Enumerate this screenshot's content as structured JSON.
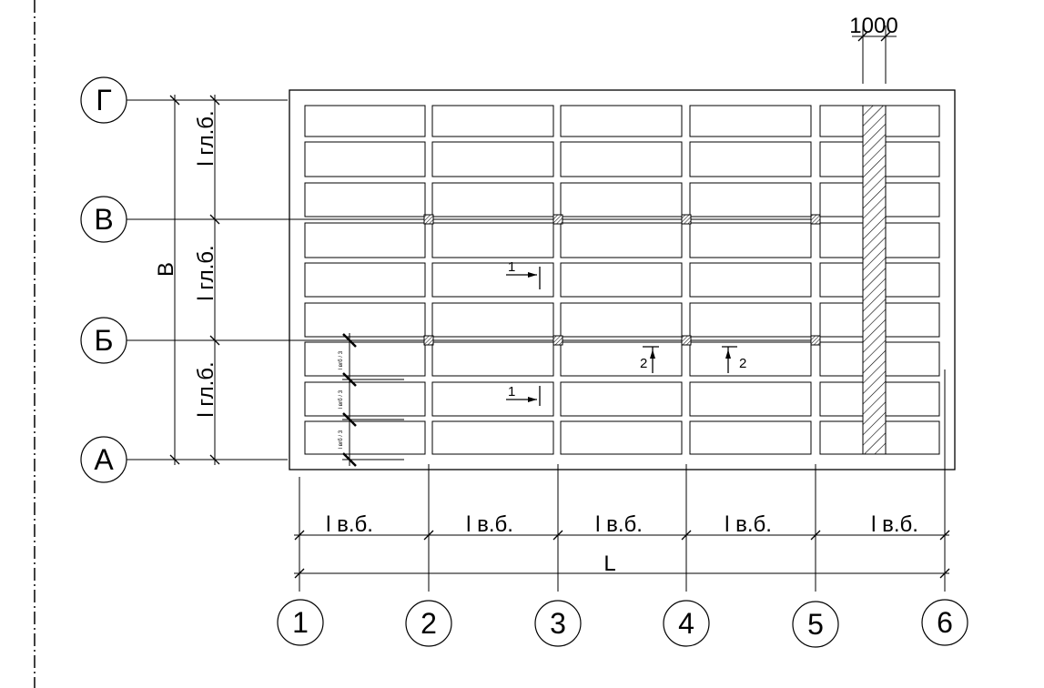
{
  "axes": {
    "horizontal": [
      "А",
      "Б",
      "В",
      "Г"
    ],
    "vertical": [
      "1",
      "2",
      "3",
      "4",
      "5",
      "6"
    ]
  },
  "dimensions": {
    "span_label": "l в.б.",
    "bay_label": "l гл.б.",
    "total_length": "L",
    "total_width": "B",
    "strip_width": "1000"
  },
  "sections": {
    "one": "1",
    "two": "2"
  },
  "small_beam_label": "l вгб / 3"
}
